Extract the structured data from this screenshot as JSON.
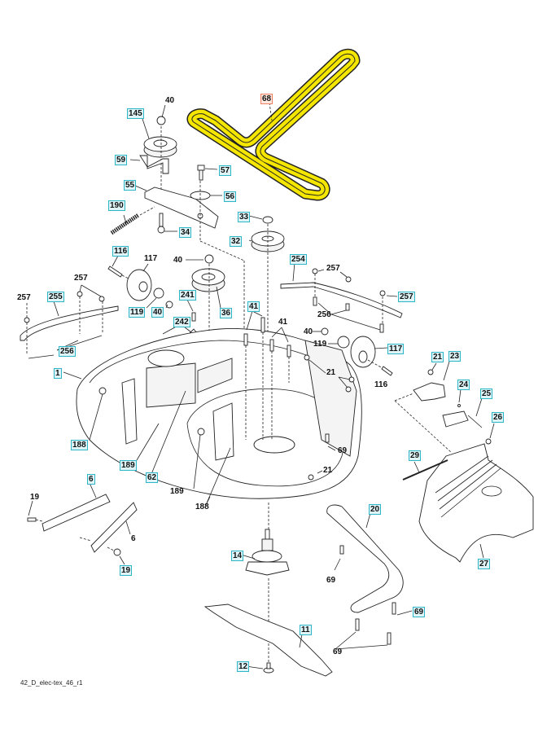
{
  "diagram": {
    "title": "Mower deck exploded parts diagram",
    "footer_code": "42_D_elec-tex_46_r1",
    "highlight_color": "#f5e600",
    "callout_border_color": "#2fb5c8",
    "selected_border_color": "#f08060",
    "selected_part": "68",
    "callouts": [
      {
        "id": "c68",
        "label": "68",
        "style": "highlight"
      },
      {
        "id": "c40a",
        "label": "40",
        "style": "plain"
      },
      {
        "id": "c145",
        "label": "145",
        "style": "boxed"
      },
      {
        "id": "c59",
        "label": "59",
        "style": "boxed"
      },
      {
        "id": "c57",
        "label": "57",
        "style": "boxed"
      },
      {
        "id": "c55",
        "label": "55",
        "style": "boxed"
      },
      {
        "id": "c56",
        "label": "56",
        "style": "boxed"
      },
      {
        "id": "c190",
        "label": "190",
        "style": "boxed"
      },
      {
        "id": "c34",
        "label": "34",
        "style": "boxed"
      },
      {
        "id": "c33",
        "label": "33",
        "style": "boxed"
      },
      {
        "id": "c32",
        "label": "32",
        "style": "boxed"
      },
      {
        "id": "c116a",
        "label": "116",
        "style": "boxed"
      },
      {
        "id": "c117a",
        "label": "117",
        "style": "plain"
      },
      {
        "id": "c40b",
        "label": "40",
        "style": "plain"
      },
      {
        "id": "c254",
        "label": "254",
        "style": "boxed"
      },
      {
        "id": "c257a",
        "label": "257",
        "style": "plain"
      },
      {
        "id": "c257b",
        "label": "257",
        "style": "plain"
      },
      {
        "id": "c255",
        "label": "255",
        "style": "boxed"
      },
      {
        "id": "c119a",
        "label": "119",
        "style": "boxed"
      },
      {
        "id": "c40c",
        "label": "40",
        "style": "boxed"
      },
      {
        "id": "c241",
        "label": "241",
        "style": "boxed"
      },
      {
        "id": "c36",
        "label": "36",
        "style": "boxed"
      },
      {
        "id": "c41a",
        "label": "41",
        "style": "boxed"
      },
      {
        "id": "c257c",
        "label": "257",
        "style": "plain"
      },
      {
        "id": "c257d",
        "label": "257",
        "style": "boxed"
      },
      {
        "id": "c256a",
        "label": "256",
        "style": "plain"
      },
      {
        "id": "c242",
        "label": "242",
        "style": "boxed"
      },
      {
        "id": "c41b",
        "label": "41",
        "style": "plain"
      },
      {
        "id": "c40d",
        "label": "40",
        "style": "plain"
      },
      {
        "id": "c119b",
        "label": "119",
        "style": "plain"
      },
      {
        "id": "c117b",
        "label": "117",
        "style": "boxed"
      },
      {
        "id": "c256b",
        "label": "256",
        "style": "boxed"
      },
      {
        "id": "c1",
        "label": "1",
        "style": "boxed"
      },
      {
        "id": "c21a",
        "label": "21",
        "style": "plain"
      },
      {
        "id": "c21b",
        "label": "21",
        "style": "boxed"
      },
      {
        "id": "c23",
        "label": "23",
        "style": "boxed"
      },
      {
        "id": "c116b",
        "label": "116",
        "style": "plain"
      },
      {
        "id": "c24",
        "label": "24",
        "style": "boxed"
      },
      {
        "id": "c25",
        "label": "25",
        "style": "boxed"
      },
      {
        "id": "c26",
        "label": "26",
        "style": "boxed"
      },
      {
        "id": "c188a",
        "label": "188",
        "style": "boxed"
      },
      {
        "id": "c189a",
        "label": "189",
        "style": "boxed"
      },
      {
        "id": "c62",
        "label": "62",
        "style": "boxed"
      },
      {
        "id": "c69a",
        "label": "69",
        "style": "plain"
      },
      {
        "id": "c29",
        "label": "29",
        "style": "boxed"
      },
      {
        "id": "c189b",
        "label": "189",
        "style": "plain"
      },
      {
        "id": "c21c",
        "label": "21",
        "style": "plain"
      },
      {
        "id": "c188b",
        "label": "188",
        "style": "plain"
      },
      {
        "id": "c6a",
        "label": "6",
        "style": "boxed"
      },
      {
        "id": "c19a",
        "label": "19",
        "style": "plain"
      },
      {
        "id": "c6b",
        "label": "6",
        "style": "plain"
      },
      {
        "id": "c20",
        "label": "20",
        "style": "boxed"
      },
      {
        "id": "c19b",
        "label": "19",
        "style": "boxed"
      },
      {
        "id": "c14",
        "label": "14",
        "style": "boxed"
      },
      {
        "id": "c27",
        "label": "27",
        "style": "boxed"
      },
      {
        "id": "c69b",
        "label": "69",
        "style": "plain"
      },
      {
        "id": "c69c",
        "label": "69",
        "style": "boxed"
      },
      {
        "id": "c11",
        "label": "11",
        "style": "boxed"
      },
      {
        "id": "c69d",
        "label": "69",
        "style": "plain"
      },
      {
        "id": "c12",
        "label": "12",
        "style": "boxed"
      }
    ]
  }
}
